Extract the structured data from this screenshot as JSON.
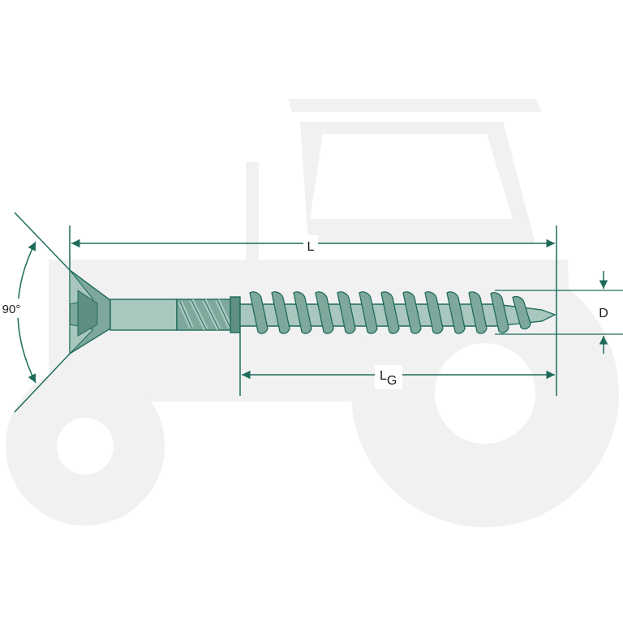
{
  "diagram": {
    "labels": {
      "length": "L",
      "thread_length_main": "L",
      "thread_length_sub": "G",
      "diameter": "D",
      "head_angle": "90°"
    },
    "watermark_icon": "tractor-silhouette-icon",
    "colors": {
      "accent": "#1e6b5c",
      "screw_fill": "#7fa89c",
      "screw_dark": "#4d8a7c",
      "screw_light": "#a9c7be",
      "watermark": "#f1f1f1",
      "text": "#1a1a1a"
    }
  }
}
